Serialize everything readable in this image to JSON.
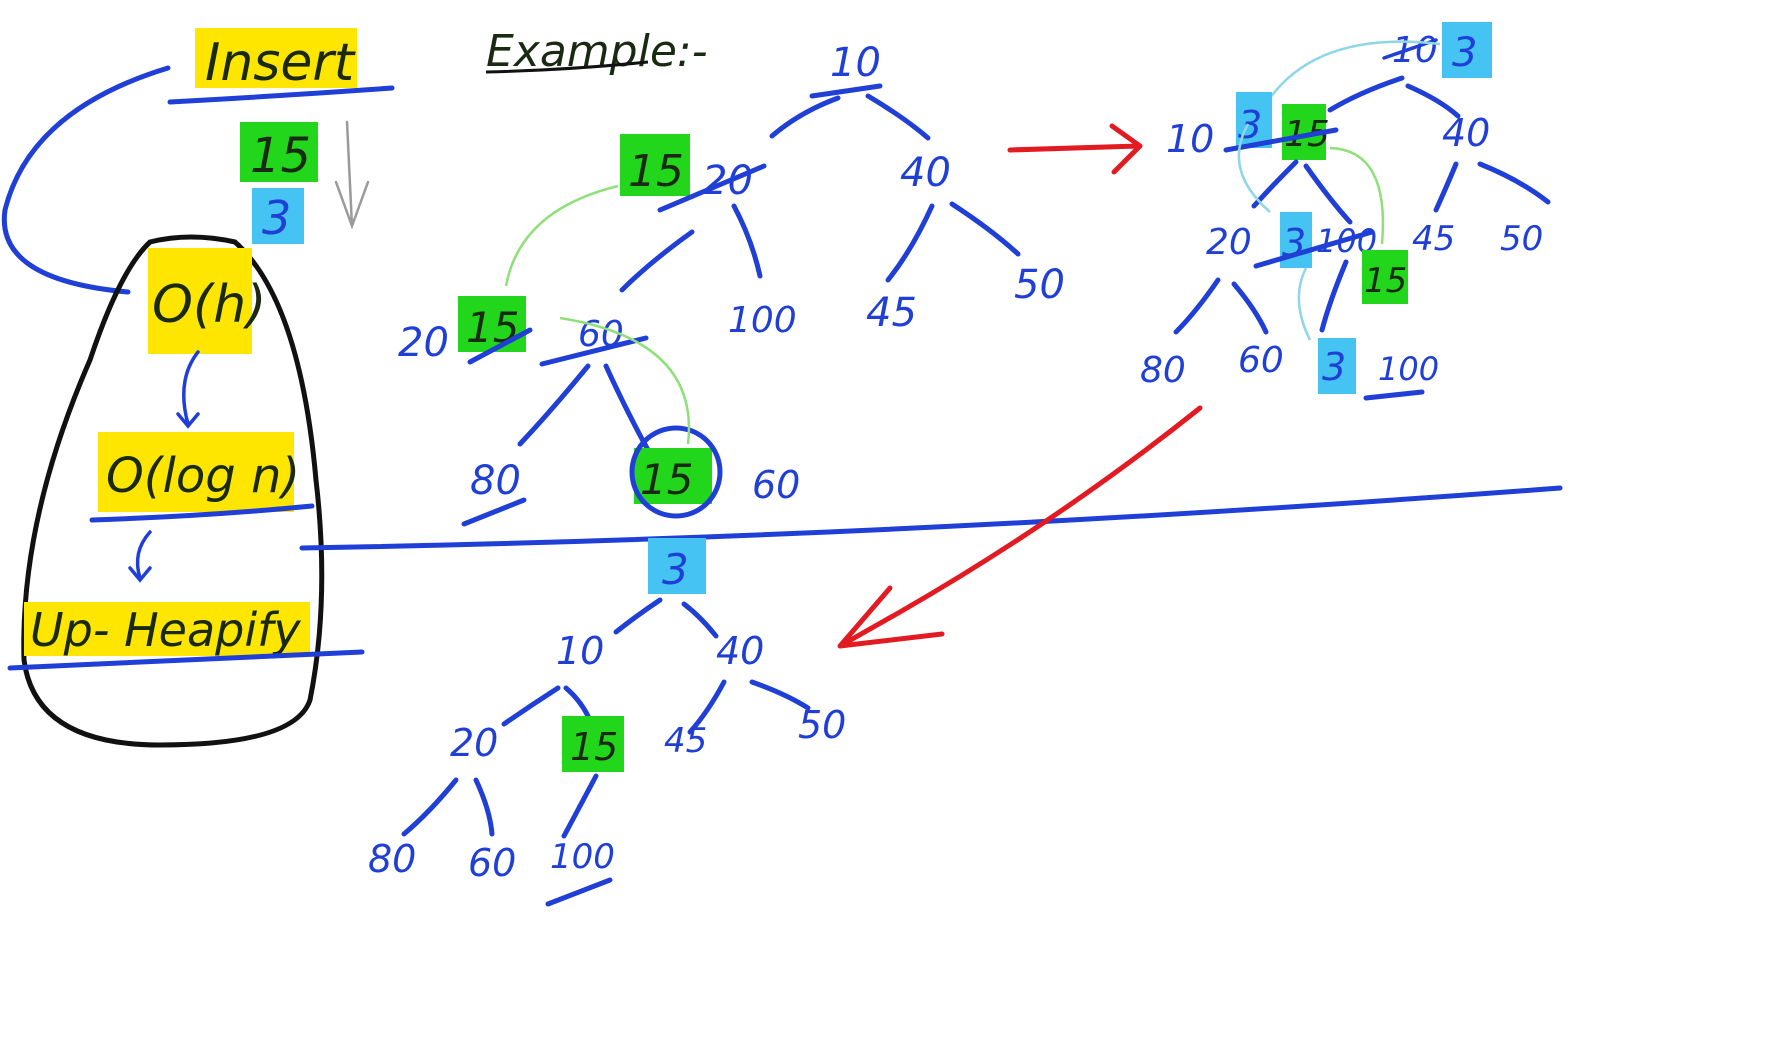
{
  "left_panel": {
    "title": "Insert",
    "inserted_values": [
      "15",
      "3"
    ],
    "complexity_h": "O(h)",
    "complexity_logn": "O(log n)",
    "method": "Up- Heapify"
  },
  "example_label": "Example:-",
  "tree1": {
    "root": "10",
    "level1": [
      "20",
      "40"
    ],
    "level2": [
      "20",
      "100",
      "45",
      "50"
    ],
    "level3": [
      "80",
      "15",
      "60"
    ],
    "struck": [
      "20",
      "60"
    ],
    "swap_labels": [
      "15",
      "15",
      "15"
    ]
  },
  "tree2": {
    "root_struck": "10",
    "root_new": "3",
    "level1": [
      "10",
      "3",
      "15",
      "40"
    ],
    "level2": [
      "20",
      "3",
      "100",
      "45",
      "50"
    ],
    "level3": [
      "80",
      "60",
      "3",
      "100"
    ],
    "badges": [
      "15"
    ]
  },
  "tree3": {
    "root": "3",
    "level1": [
      "10",
      "40"
    ],
    "level2": [
      "20",
      "15",
      "45",
      "50"
    ],
    "level3": [
      "80",
      "60",
      "100"
    ]
  },
  "colors": {
    "ink_blue": "#1f3fd6",
    "highlight_yellow": "#ffe600",
    "highlight_green": "#22d61c",
    "highlight_cyan": "#45c3f2",
    "arrow_red": "#e21b22"
  }
}
